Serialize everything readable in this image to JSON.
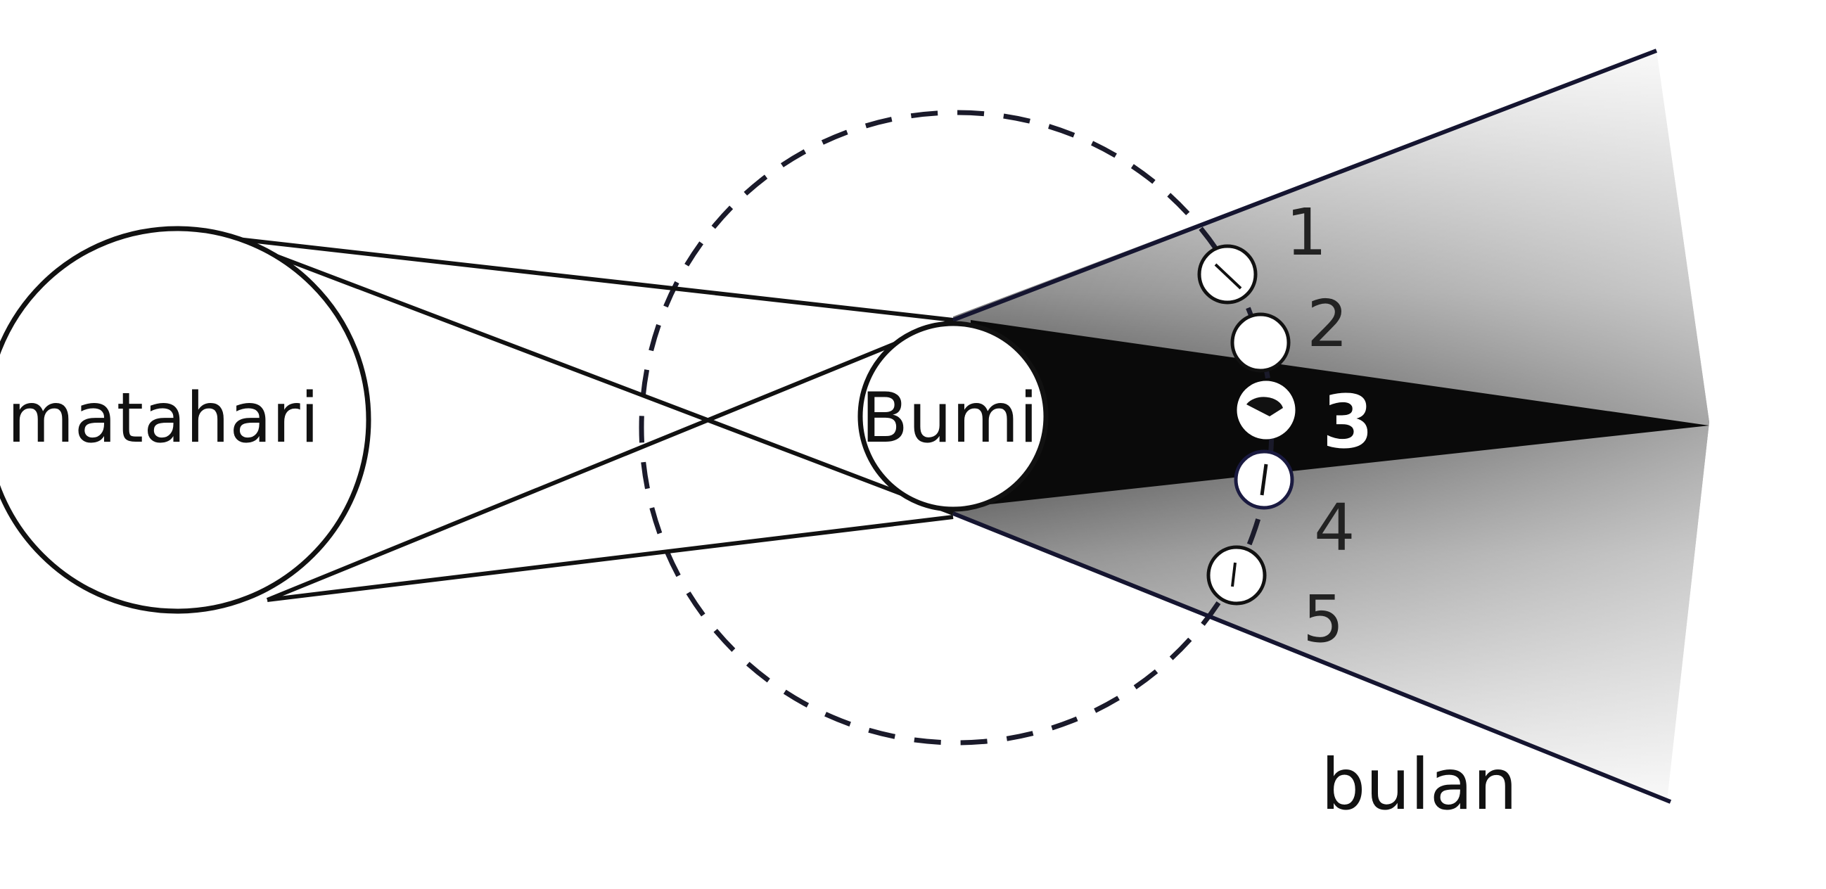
{
  "labels": {
    "sun": "matahari",
    "earth": "Bumi",
    "moon": "bulan"
  },
  "moon_positions": [
    "1",
    "2",
    "3",
    "4",
    "5"
  ],
  "colors": {
    "line": "#111111",
    "umbra": "#0a0a0a",
    "penumbra_light": "#e9e9e9",
    "penumbra_dark": "#6e6e6e",
    "background": "#ffffff"
  }
}
